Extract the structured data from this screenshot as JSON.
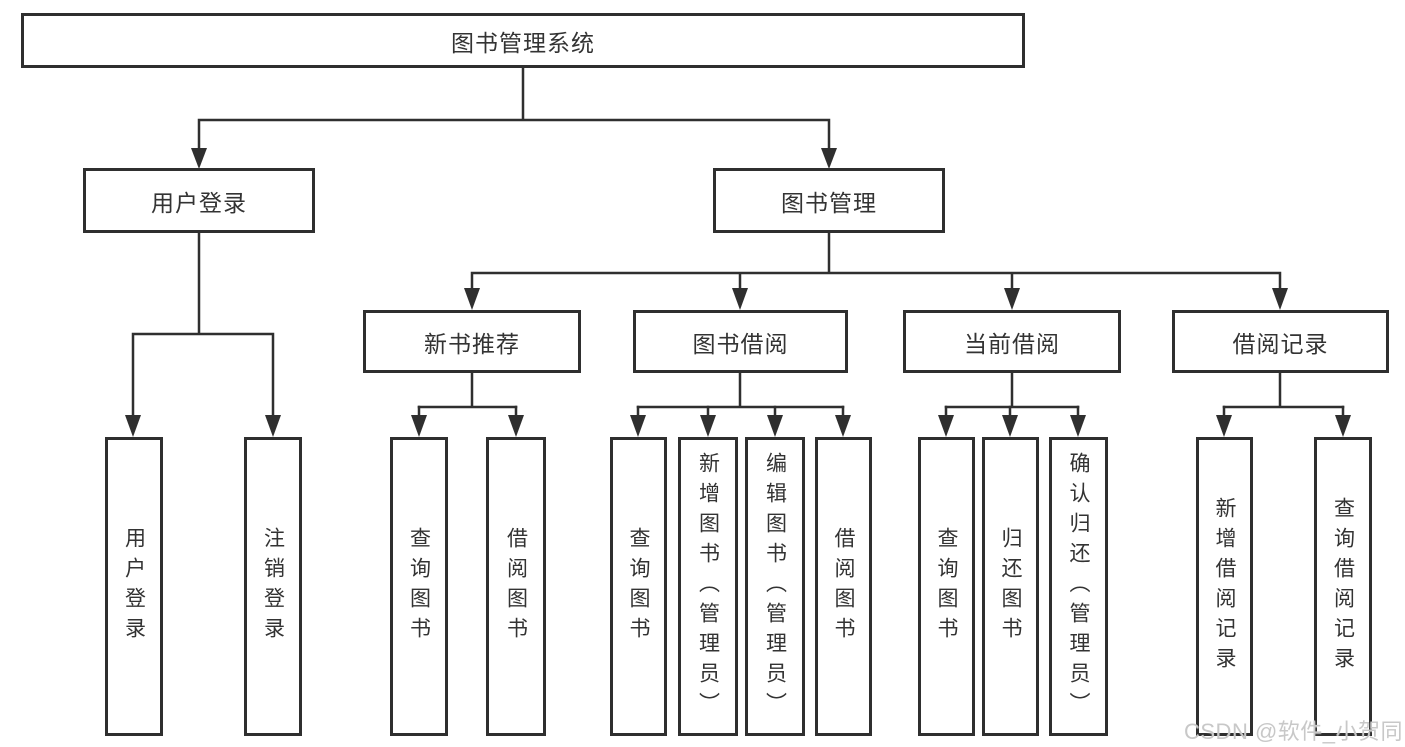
{
  "tree": {
    "root": {
      "label": "图书管理系统"
    },
    "branches": [
      {
        "label": "用户登录",
        "leaves": [
          "用户登录",
          "注销登录"
        ]
      },
      {
        "label": "图书管理",
        "groups": [
          {
            "label": "新书推荐",
            "leaves": [
              "查询图书",
              "借阅图书"
            ]
          },
          {
            "label": "图书借阅",
            "leaves": [
              "查询图书",
              "新增图书（管理员）",
              "编辑图书（管理员）",
              "借阅图书"
            ]
          },
          {
            "label": "当前借阅",
            "leaves": [
              "查询图书",
              "归还图书",
              "确认归还（管理员）"
            ]
          },
          {
            "label": "借阅记录",
            "leaves": [
              "新增借阅记录",
              "查询借阅记录"
            ]
          }
        ]
      }
    ]
  },
  "watermark": {
    "text": "CSDN @软件_小贺同学"
  },
  "colors": {
    "line": "#2f2f2f",
    "box_border": "#2f2f2f",
    "text": "#333333",
    "background": "#ffffff",
    "watermark": "#c8c8c8"
  }
}
